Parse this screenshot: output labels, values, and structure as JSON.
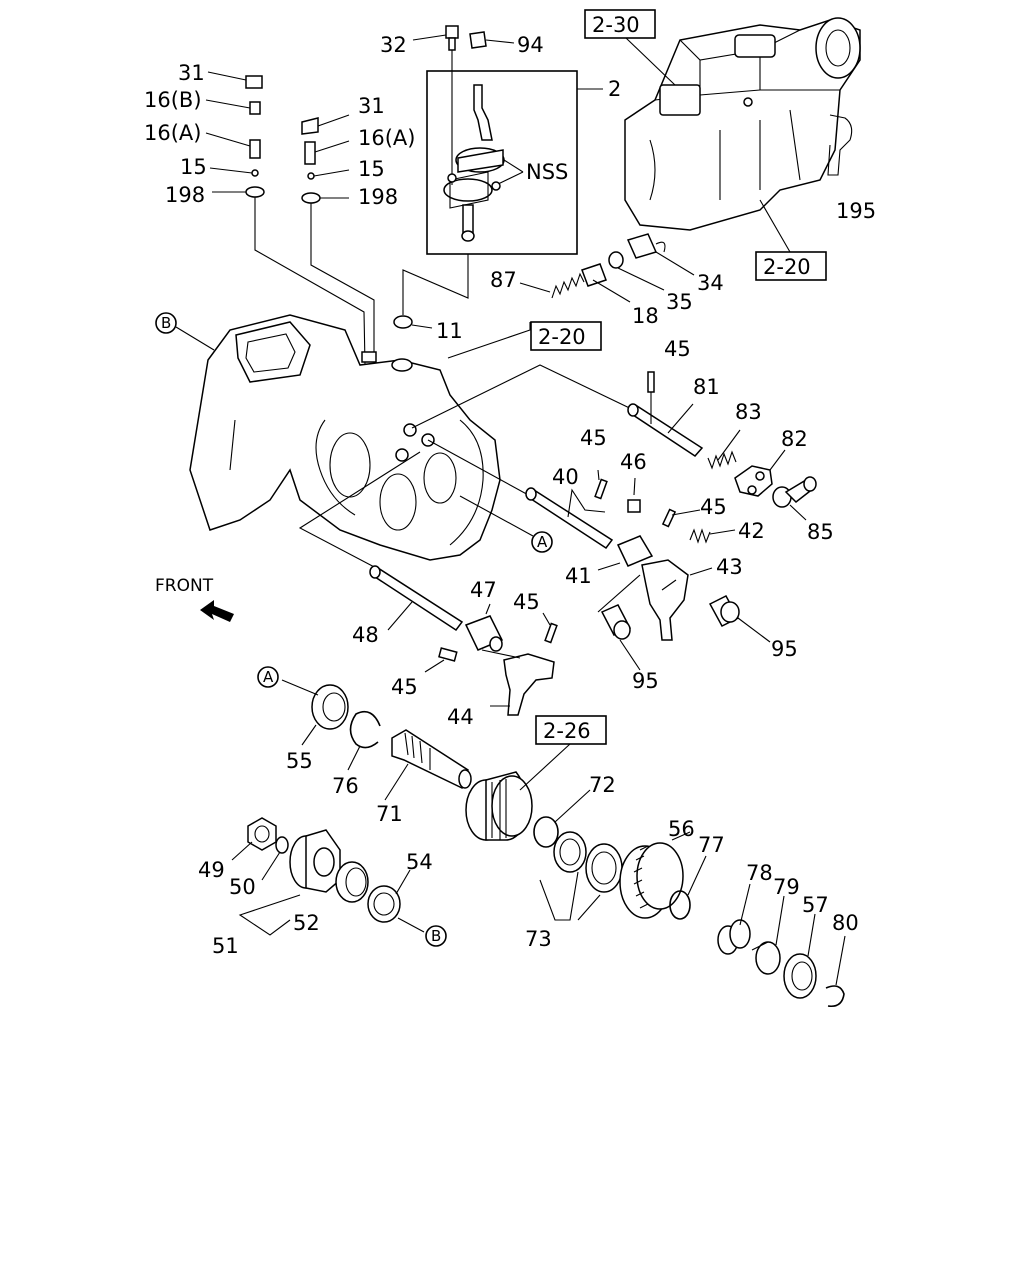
{
  "diagram": {
    "front_label": "FRONT",
    "nss_label": "NSS",
    "ref_boxes": {
      "r230": "2-30",
      "r220_top": "2-20",
      "r220_mid": "2-20",
      "r226": "2-26"
    },
    "circle_refs": {
      "b_top": "B",
      "a_mid": "A",
      "a_low": "A",
      "b_low": "B"
    },
    "callouts": {
      "p2": "2",
      "p11": "11",
      "p15a": "15",
      "p15b": "15",
      "p16a": "16(A)",
      "p16a2": "16(A)",
      "p16b": "16(B)",
      "p18": "18",
      "p31a": "31",
      "p31b": "31",
      "p32": "32",
      "p34": "34",
      "p35": "35",
      "p40": "40",
      "p41": "41",
      "p42": "42",
      "p43": "43",
      "p44": "44",
      "p45a": "45",
      "p45b": "45",
      "p45c": "45",
      "p45d": "45",
      "p45e": "45",
      "p46": "46",
      "p47": "47",
      "p48": "48",
      "p49": "49",
      "p50": "50",
      "p51": "51",
      "p52": "52",
      "p54": "54",
      "p55": "55",
      "p56": "56",
      "p57": "57",
      "p71": "71",
      "p72": "72",
      "p73": "73",
      "p76": "76",
      "p77": "77",
      "p78": "78",
      "p79": "79",
      "p80": "80",
      "p81": "81",
      "p82": "82",
      "p83": "83",
      "p85": "85",
      "p87": "87",
      "p94": "94",
      "p95a": "95",
      "p95b": "95",
      "p195": "195",
      "p198a": "198",
      "p198b": "198"
    }
  }
}
